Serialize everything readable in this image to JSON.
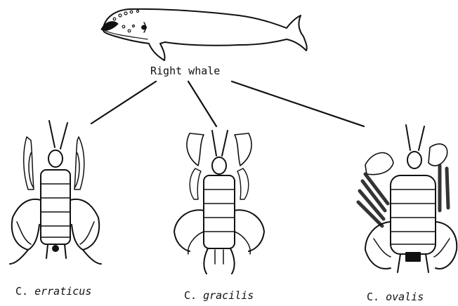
{
  "whale": {
    "label": "Right whale"
  },
  "species": [
    {
      "genus": "C.",
      "epithet": "erraticus"
    },
    {
      "genus": "C.",
      "epithet": "gracilis"
    },
    {
      "genus": "C.",
      "epithet": "ovalis"
    }
  ],
  "colors": {
    "ink": "#111111",
    "paper": "#ffffff"
  }
}
